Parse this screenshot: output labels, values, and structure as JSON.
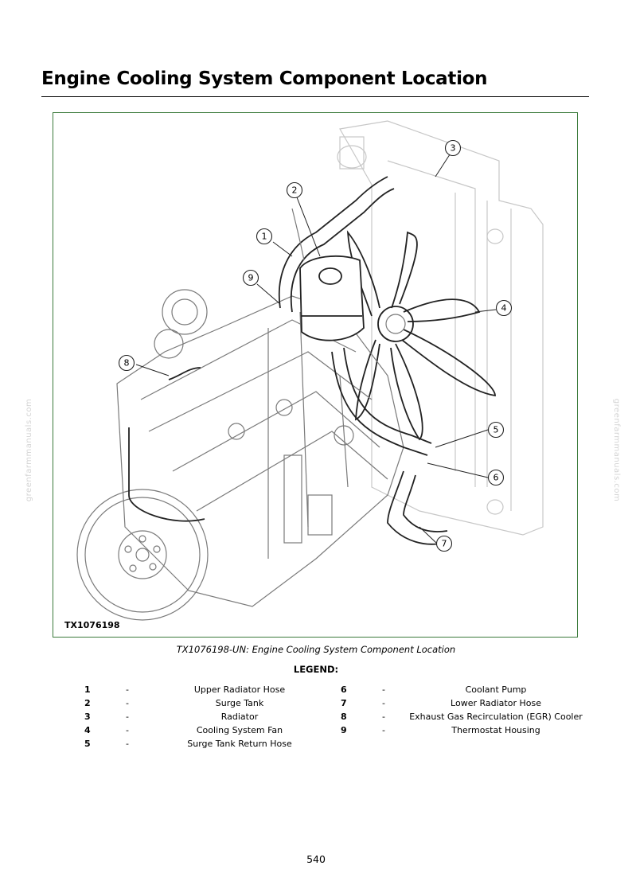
{
  "header": {
    "title": "Engine Cooling System Component Location"
  },
  "figure": {
    "id_label": "TX1076198",
    "caption": "TX1076198-UN: Engine Cooling System Component Location",
    "callouts": [
      "1",
      "2",
      "3",
      "4",
      "5",
      "6",
      "7",
      "8",
      "9"
    ]
  },
  "legend": {
    "title": "LEGEND:",
    "dash": "-",
    "items": [
      {
        "num": "1",
        "label": "Upper Radiator Hose"
      },
      {
        "num": "2",
        "label": "Surge Tank"
      },
      {
        "num": "3",
        "label": "Radiator"
      },
      {
        "num": "4",
        "label": "Cooling System Fan"
      },
      {
        "num": "5",
        "label": "Surge Tank Return Hose"
      },
      {
        "num": "6",
        "label": "Coolant Pump"
      },
      {
        "num": "7",
        "label": "Lower Radiator Hose"
      },
      {
        "num": "8",
        "label": "Exhaust Gas Recirculation (EGR) Cooler"
      },
      {
        "num": "9",
        "label": "Thermostat Housing"
      }
    ]
  },
  "watermark": "greenfarmmanuals.com",
  "footer": {
    "page_number": "540"
  }
}
